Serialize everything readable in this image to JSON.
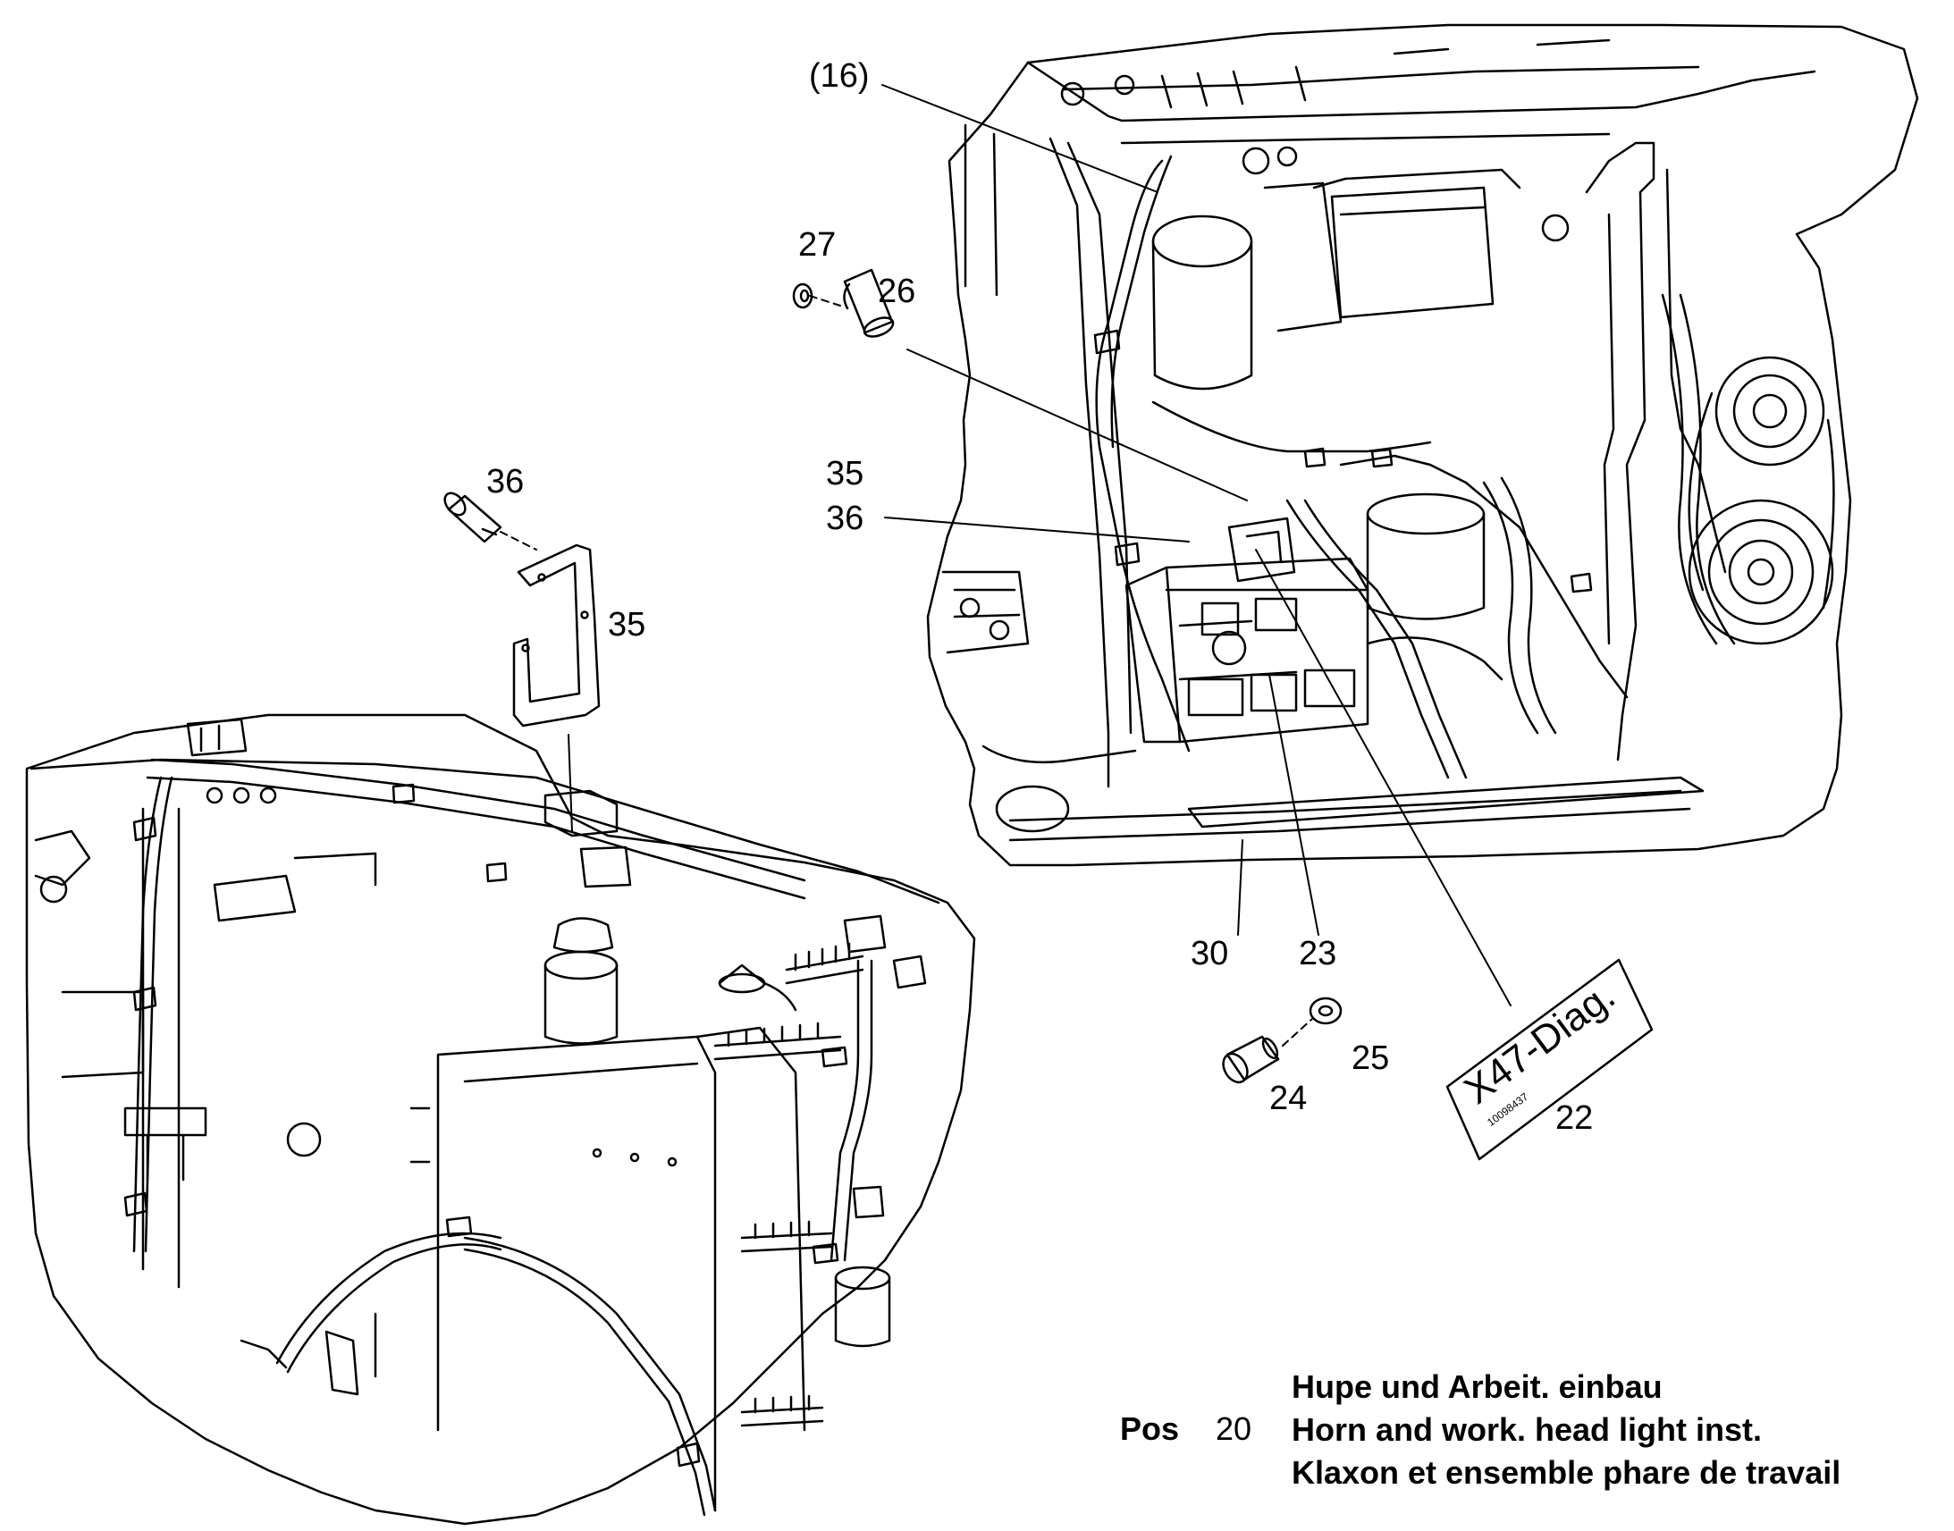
{
  "callouts": {
    "c16": "(16)",
    "c27": "27",
    "c26": "26",
    "c36_top": "36",
    "c35_right": "35",
    "c35_mid": "35",
    "c36_mid": "36",
    "c30": "30",
    "c23": "23",
    "c25": "25",
    "c24": "24",
    "c22": "22"
  },
  "tag": {
    "text": "X47-Diag.",
    "code": "10098437"
  },
  "caption": {
    "label": "Pos",
    "number": "20",
    "line_de": "Hupe und Arbeit. einbau",
    "line_en": "Horn and work. head light inst.",
    "line_fr": "Klaxon et ensemble phare de travail"
  }
}
